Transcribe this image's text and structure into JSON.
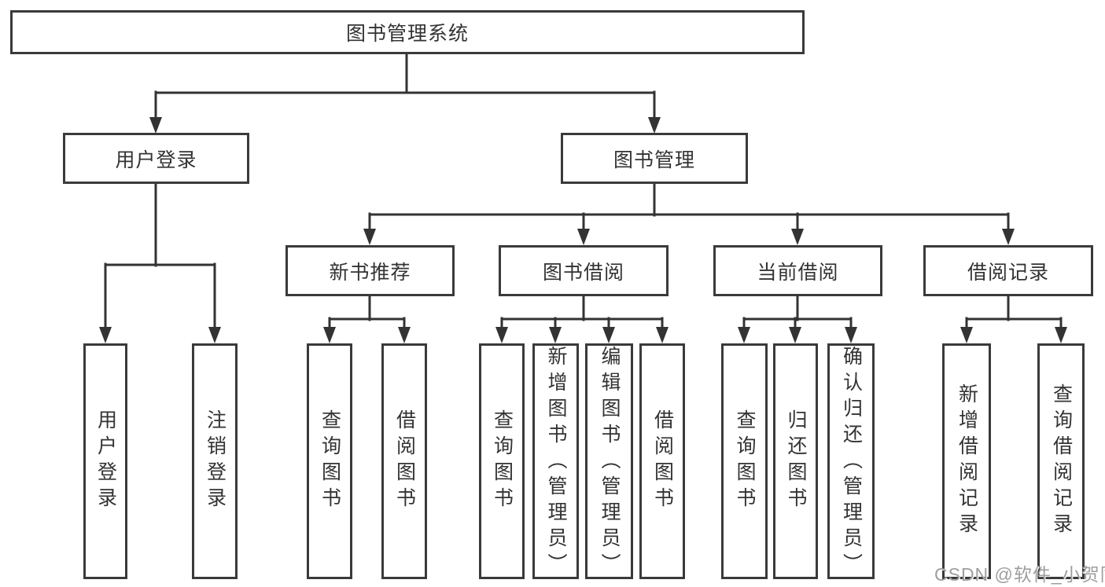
{
  "tree": {
    "label": "图书管理系统",
    "children": [
      {
        "label": "用户登录",
        "children": [
          {
            "label": "用户登录"
          },
          {
            "label": "注销登录"
          }
        ]
      },
      {
        "label": "图书管理",
        "children": [
          {
            "label": "新书推荐",
            "children": [
              {
                "label": "查询图书"
              },
              {
                "label": "借阅图书"
              }
            ]
          },
          {
            "label": "图书借阅",
            "children": [
              {
                "label": "查询图书"
              },
              {
                "label": "新增图书（管理员）"
              },
              {
                "label": "编辑图书（管理员）"
              },
              {
                "label": "借阅图书"
              }
            ]
          },
          {
            "label": "当前借阅",
            "children": [
              {
                "label": "查询图书"
              },
              {
                "label": "归还图书"
              },
              {
                "label": "确认归还（管理员）"
              }
            ]
          },
          {
            "label": "借阅记录",
            "children": [
              {
                "label": "新增借阅记录"
              },
              {
                "label": "查询借阅记录"
              }
            ]
          }
        ]
      }
    ]
  },
  "watermark": {
    "text": "CSDN @软件_小贺同学"
  },
  "colors": {
    "line": "#333333",
    "border": "#3a3a3a",
    "text": "#333333",
    "background": "#ffffff",
    "watermark": "#9e9e9e"
  }
}
